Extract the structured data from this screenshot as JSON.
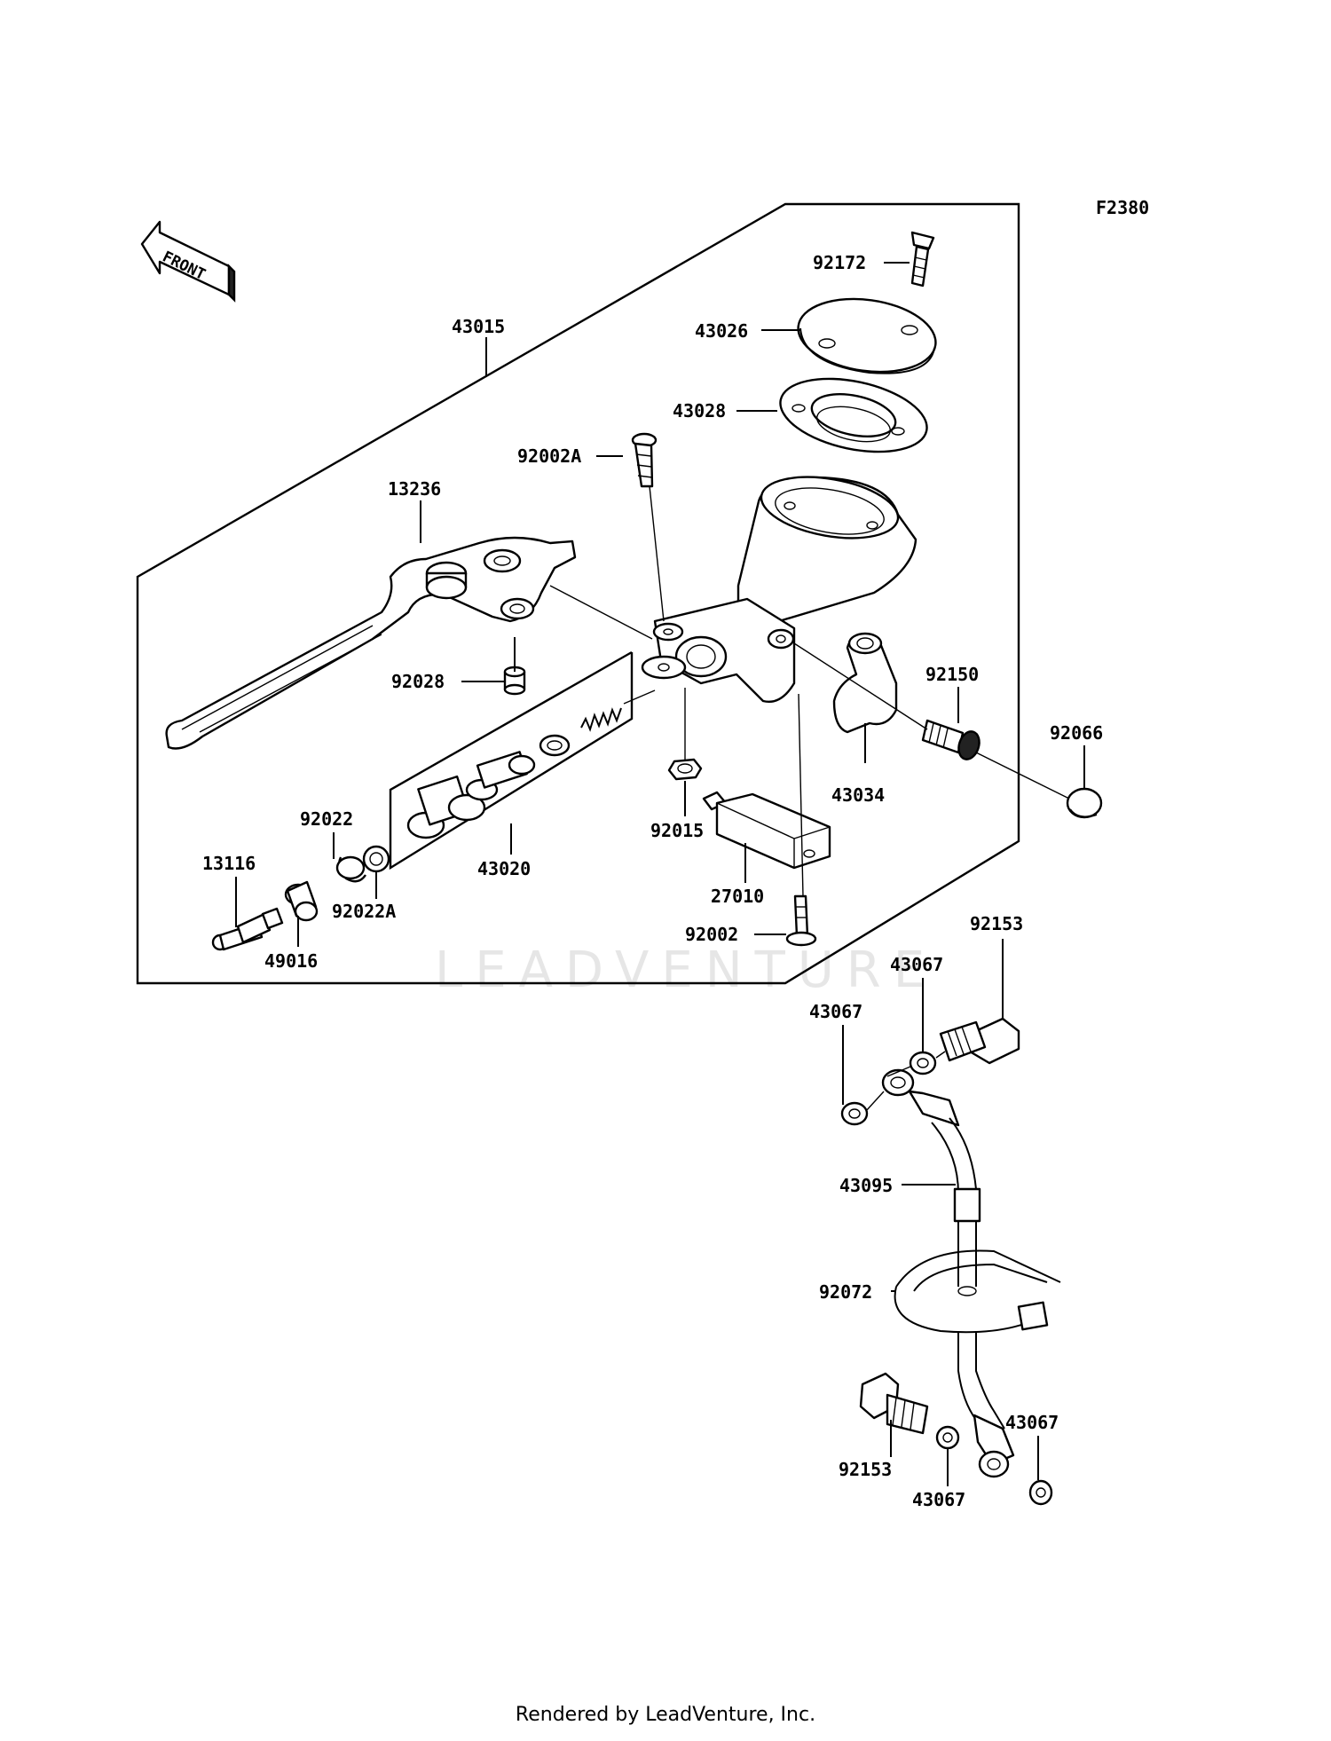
{
  "figure_code": "F2380",
  "front_marker": "FRONT",
  "watermark": "LEADVENTURE",
  "footer": "Rendered by LeadVenture, Inc.",
  "part_labels": [
    "43015",
    "92172",
    "43026",
    "43028",
    "92002A",
    "13236",
    "92028",
    "92150",
    "92066",
    "43034",
    "92015",
    "27010",
    "92002",
    "43020",
    "92022",
    "92022A",
    "13116",
    "49016",
    "92153",
    "43067",
    "43067",
    "43095",
    "92072",
    "92153",
    "43067",
    "43067"
  ]
}
